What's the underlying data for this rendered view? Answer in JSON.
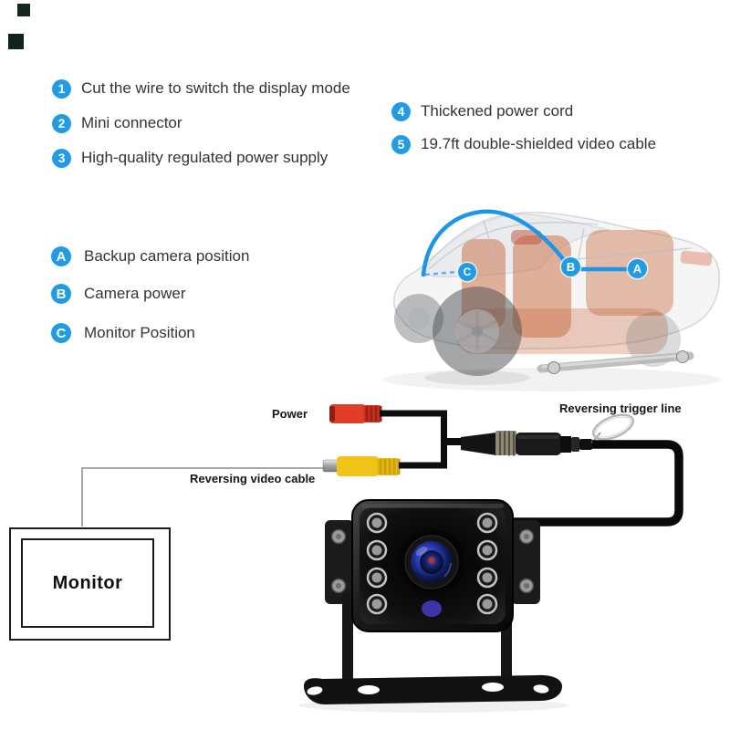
{
  "colors": {
    "accent_blue": "#219be4",
    "body_text": "#333333",
    "label_text": "#151515"
  },
  "instructions_left": [
    {
      "num": "1",
      "text": "Cut the wire to switch the display mode"
    },
    {
      "num": "2",
      "text": "Mini connector"
    },
    {
      "num": "3",
      "text": "High-quality regulated power supply"
    }
  ],
  "instructions_right": [
    {
      "num": "4",
      "text": "Thickened power cord"
    },
    {
      "num": "5",
      "text": "19.7ft double-shielded video cable"
    }
  ],
  "positions": [
    {
      "key": "A",
      "text": "Backup camera position"
    },
    {
      "key": "B",
      "text": "Camera power"
    },
    {
      "key": "C",
      "text": "Monitor Position"
    }
  ],
  "cable_labels": {
    "power": "Power",
    "trigger": "Reversing trigger line",
    "video": "Reversing video cable"
  },
  "monitor": {
    "label": "Monitor"
  }
}
